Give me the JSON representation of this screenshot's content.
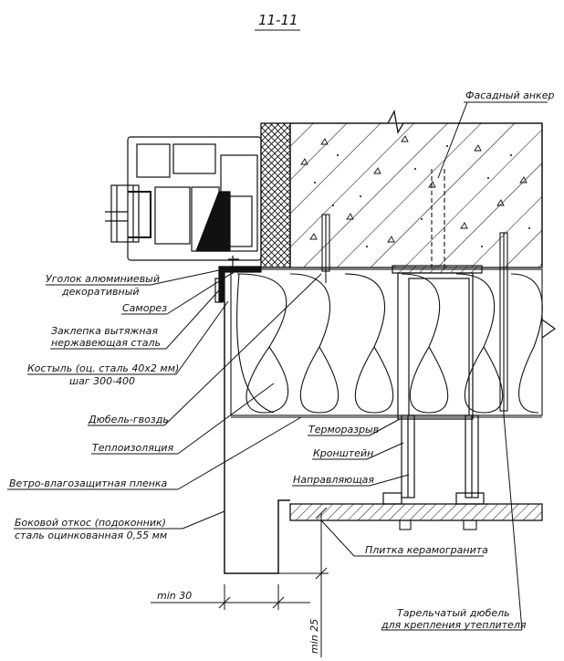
{
  "section_title": "11-11",
  "labels": {
    "facade_anchor": "Фасадный анкер",
    "corner_1": "Уголок алюминиевый",
    "corner_2": "декоративный",
    "screw": "Саморез",
    "rivet_1": "Заклепка вытяжная",
    "rivet_2": "нержавеющая сталь",
    "crutch_1": "Костыль (оц. сталь 40х2 мм)",
    "crutch_2": "шаг 300-400",
    "dowel_nail": "Дюбель-гвоздь",
    "insulation": "Теплоизоляция",
    "membrane": "Ветро-влагозащитная пленка",
    "thermal_break": "Терморазрыв",
    "bracket": "Кронштейн",
    "guide": "Направляющая",
    "sill_1": "Боковой откос (подоконник)",
    "sill_2": "сталь оцинкованная 0,55 мм",
    "tile": "Плитка керамогранита",
    "plate_dowel_1": "Тарельчатый дюбель",
    "plate_dowel_2": "для крепления утеплителя"
  },
  "dimensions": {
    "min_horizontal": "min 30",
    "min_vertical": "min 25"
  },
  "colors": {
    "line": "#111111",
    "background": "#ffffff"
  }
}
